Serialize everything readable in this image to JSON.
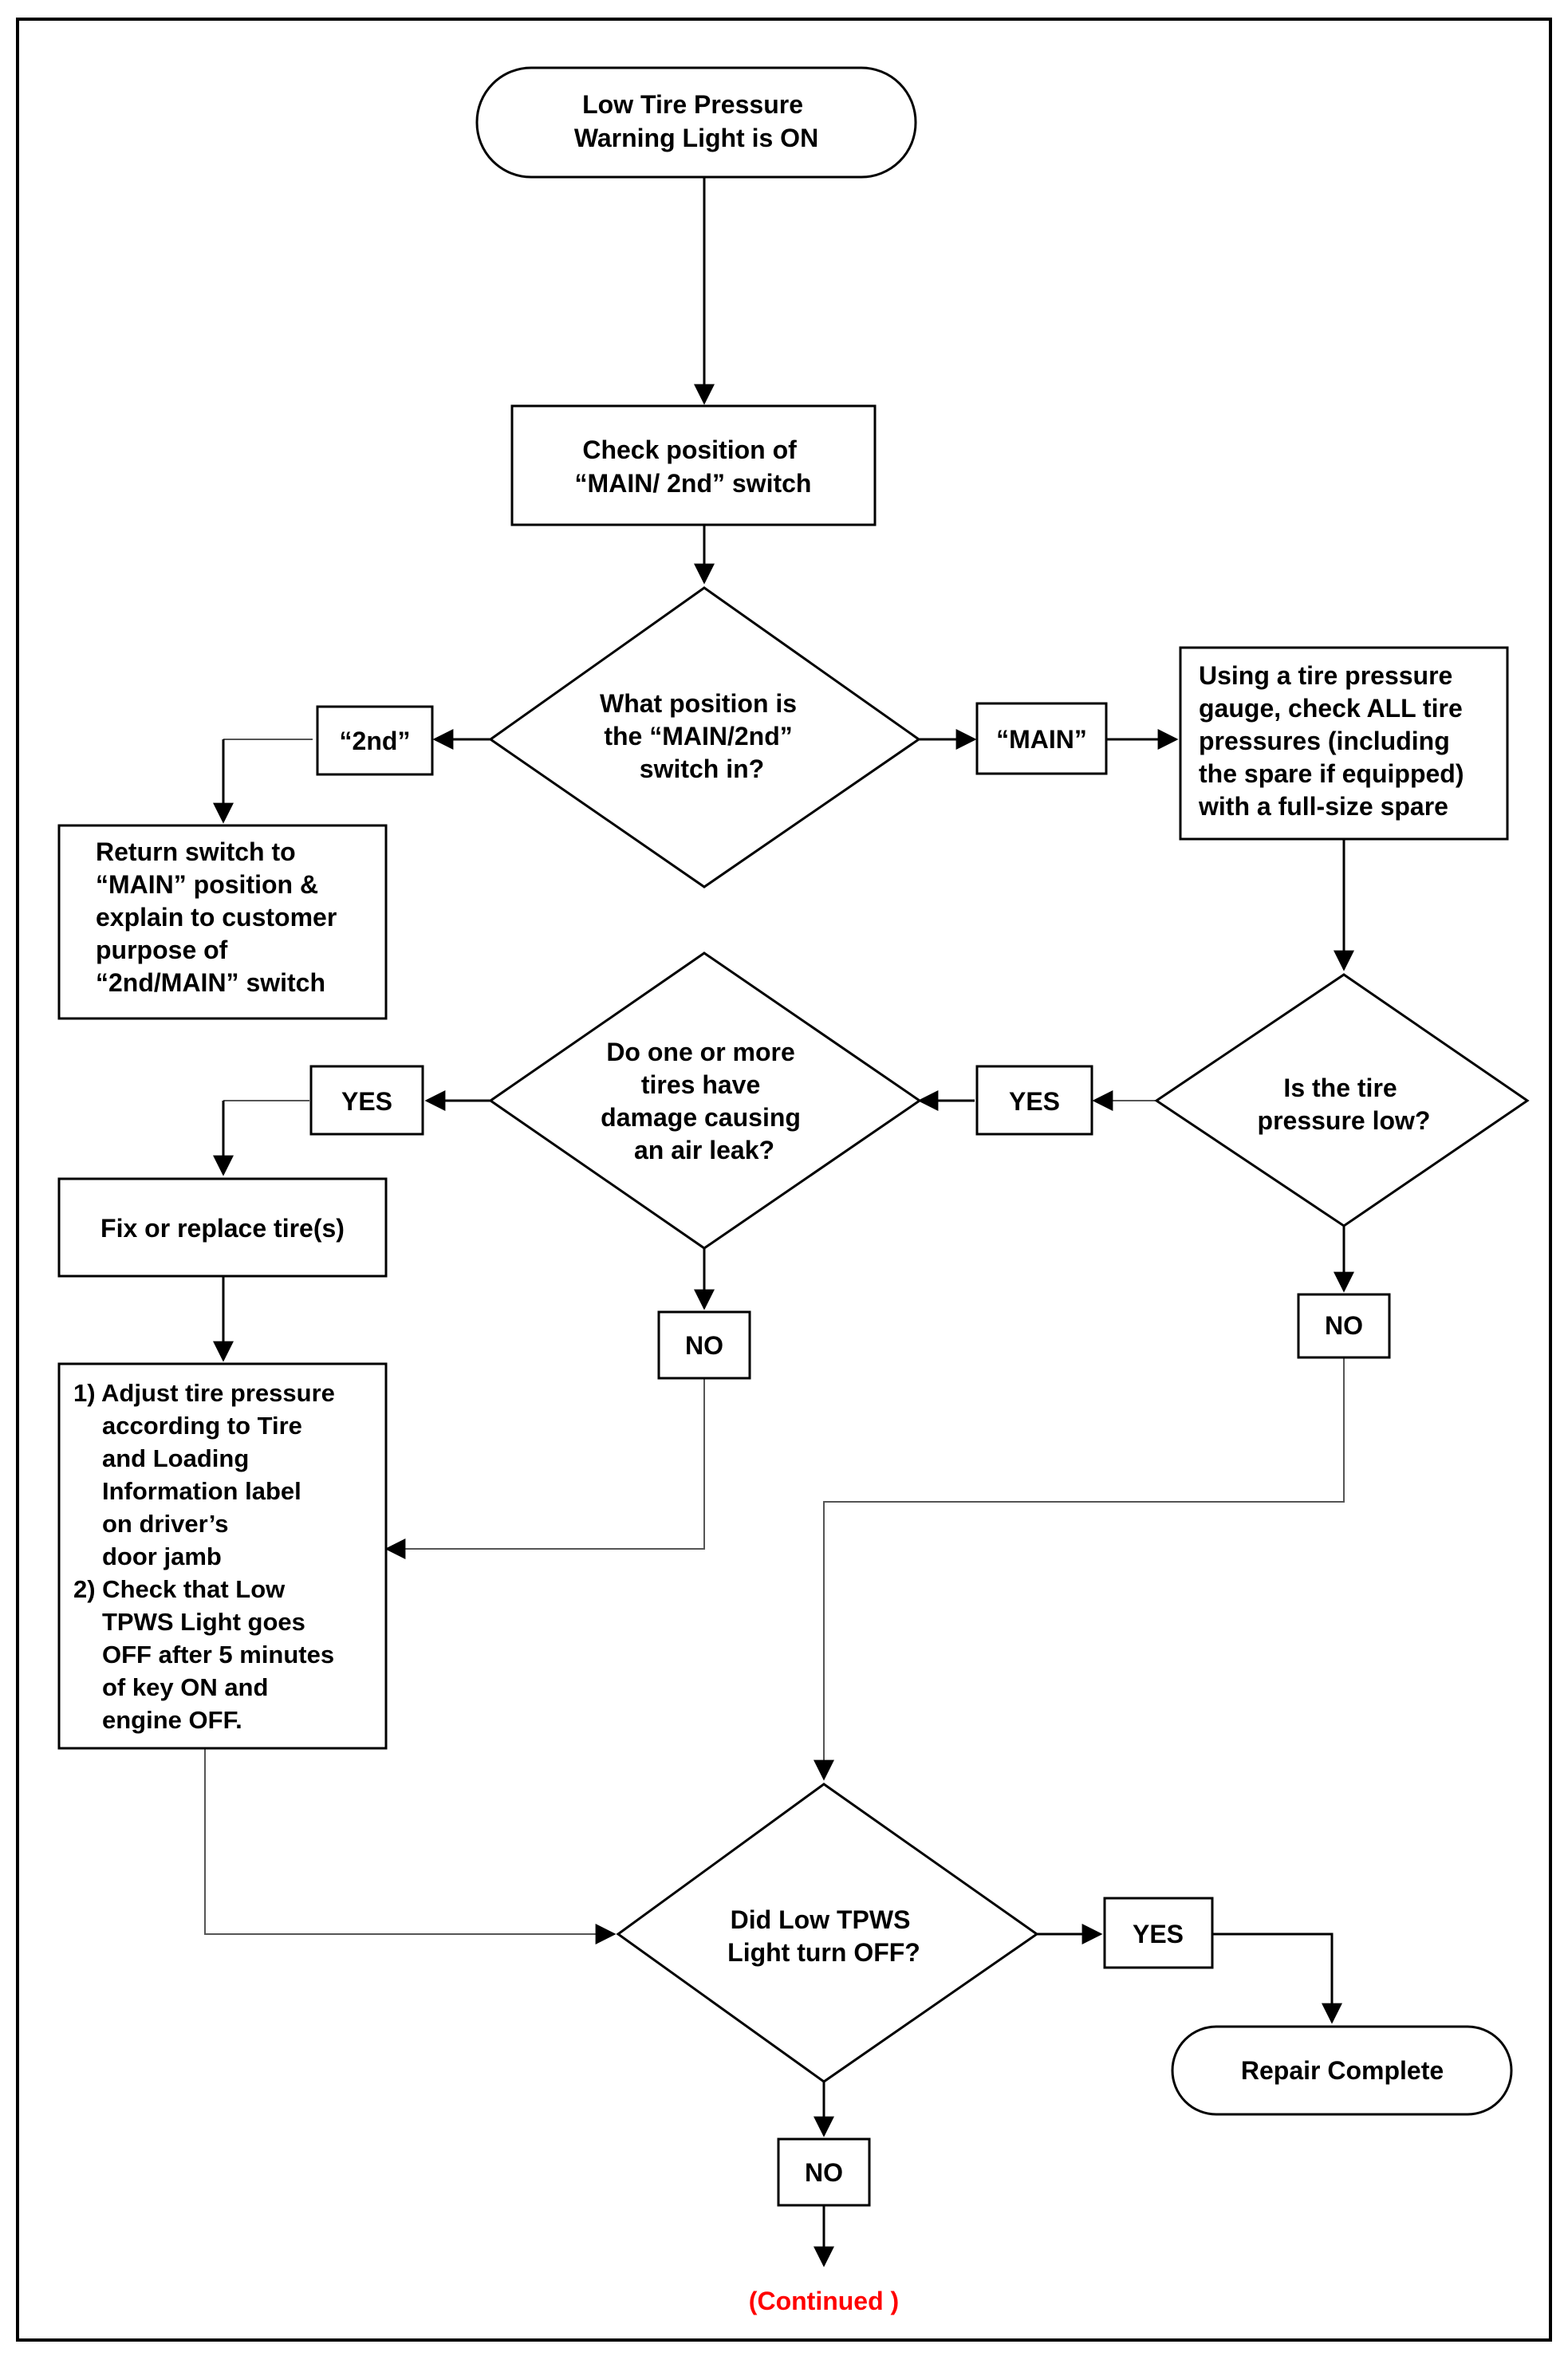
{
  "nodes": {
    "start": [
      "Low Tire Pressure",
      "Warning Light is ON"
    ],
    "check_switch": [
      "Check position of",
      "“MAIN/ 2nd” switch"
    ],
    "switch_decision": [
      "What position is",
      "the “MAIN/2nd”",
      "switch in?"
    ],
    "label_2nd": "“2nd”",
    "label_main": "“MAIN”",
    "return_switch": [
      "Return switch to",
      "“MAIN” position &",
      "explain to customer",
      "purpose of",
      "“2nd/MAIN” switch"
    ],
    "check_all_tires": [
      "Using a tire pressure",
      "gauge, check ALL tire",
      "pressures (including",
      "the spare if equipped)",
      "with a full-size spare"
    ],
    "pressure_low_decision": [
      "Is the tire",
      "pressure low?"
    ],
    "pressure_low_yes": "YES",
    "pressure_low_no": "NO",
    "damage_decision": [
      "Do one or more",
      "tires have",
      "damage causing",
      "an air leak?"
    ],
    "damage_yes": "YES",
    "damage_no": "NO",
    "fix_tires": "Fix or replace tire(s)",
    "adjust_steps": [
      "1) Adjust tire pressure",
      "according to Tire",
      "and Loading",
      "Information label",
      "on driver’s",
      "door jamb",
      "2) Check that Low",
      "TPWS Light goes",
      "OFF after 5 minutes",
      "of key ON and",
      "engine OFF."
    ],
    "light_off_decision": [
      "Did Low TPWS",
      "Light turn OFF?"
    ],
    "light_off_yes": "YES",
    "light_off_no": "NO",
    "repair_complete": "Repair Complete",
    "continued": "(Continued )"
  },
  "colors": {
    "line": "#000000",
    "continued_text": "#ff0000",
    "background": "#ffffff"
  }
}
